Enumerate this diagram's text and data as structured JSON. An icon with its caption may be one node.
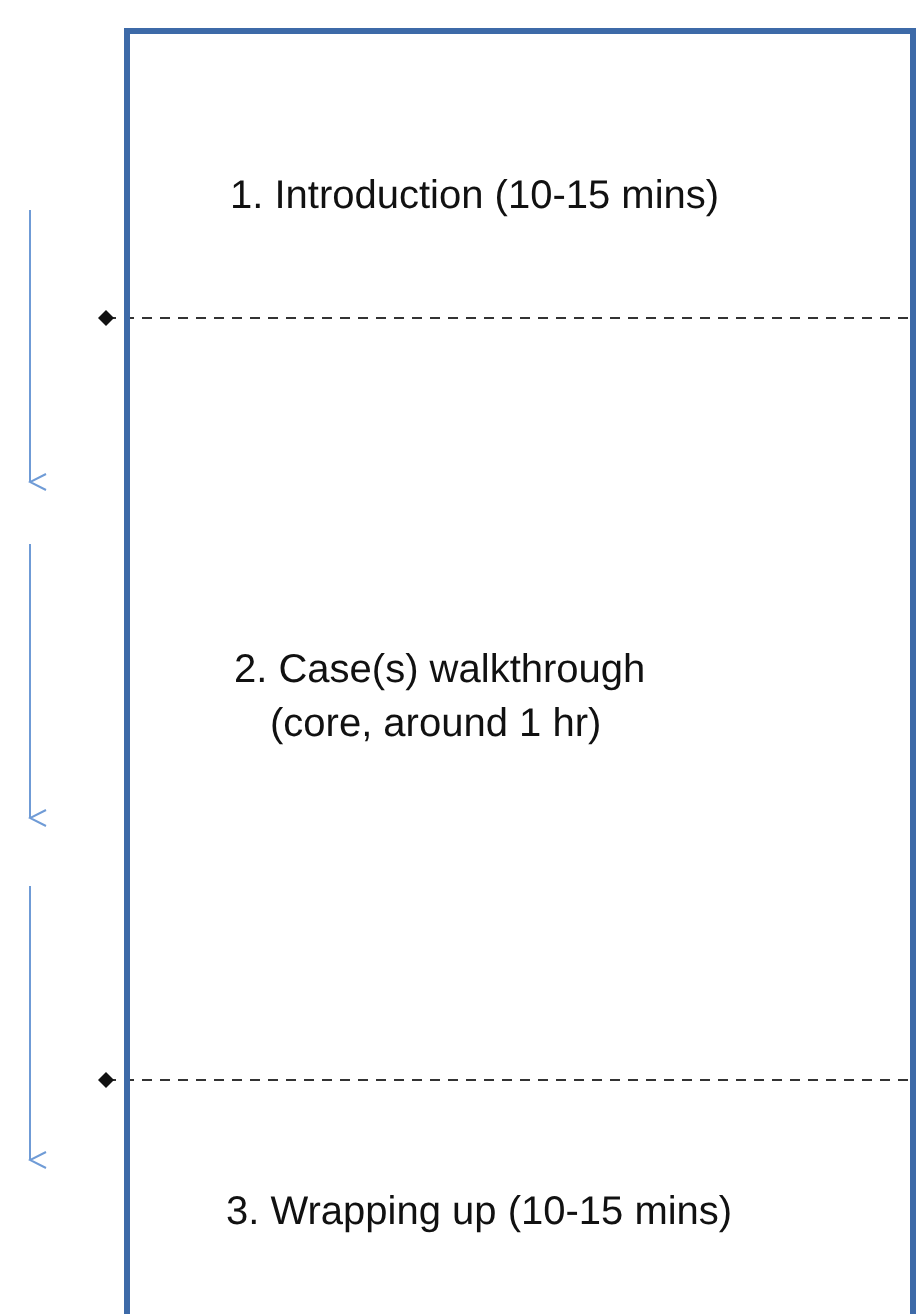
{
  "diagram": {
    "nodes": [
      {
        "text": [],
        "shape": "box"
      },
      {
        "text": [
          "1. Introduction (10-15 mins)"
        ],
        "in": 0
      },
      {
        "text": [
          "2. Case(s) walkthrough (core, around 1 hr)"
        ],
        "in": 0
      },
      {
        "text": [
          "3. Wrapping up (10-15 mins)"
        ],
        "in": 0
      }
    ]
  }
}
